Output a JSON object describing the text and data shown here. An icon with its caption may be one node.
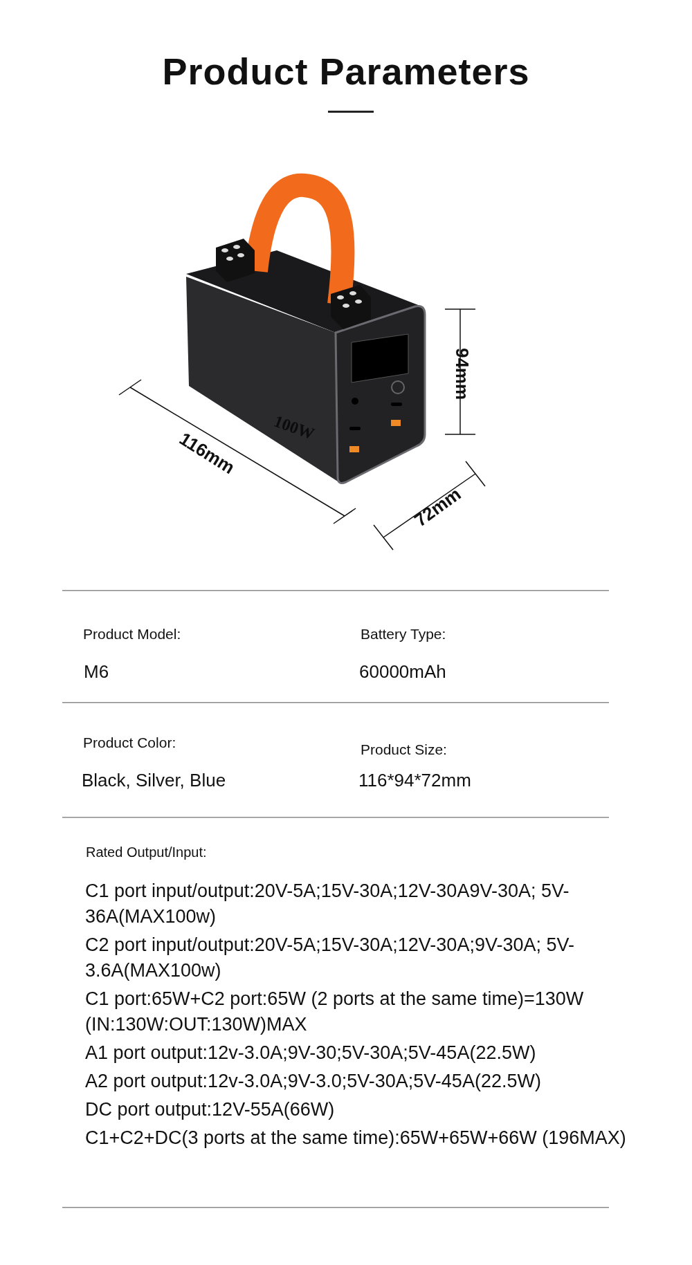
{
  "diagram": {
    "title": "Product Parameters",
    "labels": [
      "116mm",
      "94mm",
      "72mm",
      "100W",
      "Product Model:",
      "M6",
      "Battery Type:",
      "60000mAh",
      "Product Color:",
      "Black, Silver, Blue",
      "Product Size:",
      "116*94*72mm",
      "Rated Output/Input:",
      "C1 port input/output:20V-5A;15V-30A;12V-30A9V-30A; 5V-36A(MAX100w)",
      "C2 port input/output:20V-5A;15V-30A;12V-30A;9V-30A; 5V-3.6A(MAX100w)",
      "C1 port:65W+C2 port:65W (2 ports at the same time)=130W (IN:130W:OUT:130W)MAX",
      "A1 port output:12v-3.0A;9V-30;5V-30A;5V-45A(22.5W)",
      "A2 port output:12v-3.0A;9V-3.0;5V-30A;5V-45A(22.5W)",
      "DC port output:12V-55A(66W)",
      "C1+C2+DC(3 ports at the same time):65W+65W+66W (196MAX)"
    ]
  }
}
